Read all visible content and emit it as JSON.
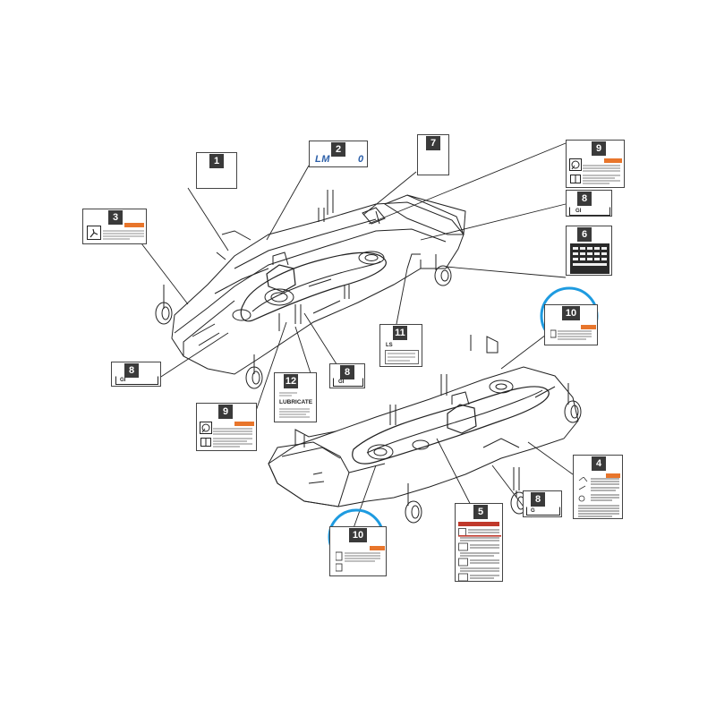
{
  "callouts": {
    "c1": "1",
    "c2": "2",
    "c3": "3",
    "c4": "4",
    "c5": "5",
    "c6": "6",
    "c7": "7",
    "c8": "8",
    "c9": "9",
    "c10": "10",
    "c11": "11",
    "c12": "12"
  },
  "decal_text": {
    "gi": "GI",
    "g": "G",
    "lm_logo": "LM",
    "lm_logo_tail": "0",
    "ls_logo": "LS",
    "lubricate": "LUBRICATE"
  },
  "colors": {
    "highlight_circle": "#1e9be0",
    "logo_green": "#1f6b57",
    "logo_blue": "#2c5fa8",
    "warning_orange": "#e8752b",
    "danger_red": "#c0392b"
  }
}
